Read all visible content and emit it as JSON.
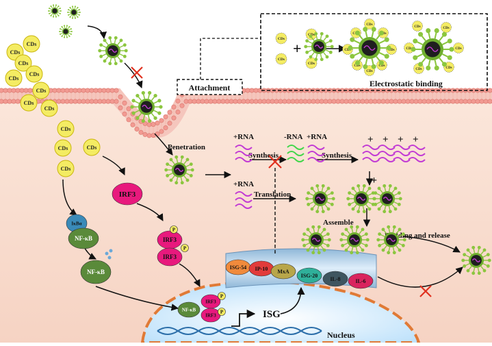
{
  "cell": {
    "cyto_color": "#f9ded0",
    "membrane_color": "#f29a92"
  },
  "cds": {
    "label": "CDs",
    "fill": "#f4ec63",
    "stroke": "#c9b50f"
  },
  "virus": {
    "icon": "coronavirus-icon",
    "spike_color": "#8cc63f",
    "core_color": "#1f1f1f"
  },
  "labels": {
    "attachment": "Attachment",
    "electrostatic_binding": "Electrostatic binding",
    "plus_sign": "+",
    "penetration": "Penetration",
    "pos_rna_1": "+RNA",
    "synthesis_1": "Synthesis",
    "neg_rna": "-RNA",
    "pos_rna_2": "+RNA",
    "synthesis_2": "Synthesis",
    "pos_rna_3": "+RNA",
    "translation": "Translation",
    "assemble": "Assemble",
    "budding": "Budding and release",
    "nucleus": "Nucleus",
    "isg": "ISG",
    "plus_marks": [
      "+",
      "+",
      "+",
      "+"
    ],
    "plus_assemble": "+"
  },
  "signaling": {
    "ikba": "IκBα",
    "nfkb": "NF-κB",
    "nfkb_nucleus": "NF-κB",
    "irf3": "IRF3",
    "phospho": "P"
  },
  "cytokines": [
    {
      "label": "ISG-54",
      "color": "#f08a3c"
    },
    {
      "label": "IP-10",
      "color": "#e23b3b"
    },
    {
      "label": "MxA",
      "color": "#b8a64a"
    },
    {
      "label": "ISG-20",
      "color": "#2fb09a"
    },
    {
      "label": "IL-8",
      "color": "#3e5560"
    },
    {
      "label": "IL-6",
      "color": "#d9245e"
    }
  ],
  "colors": {
    "inhibit_x": "#e0301e",
    "irf3": "#e8197d",
    "nfkb": "#5a8a3a",
    "rna_pink": "#c23bd4",
    "rna_green": "#42d64a",
    "nucleus": "#d9efff"
  }
}
